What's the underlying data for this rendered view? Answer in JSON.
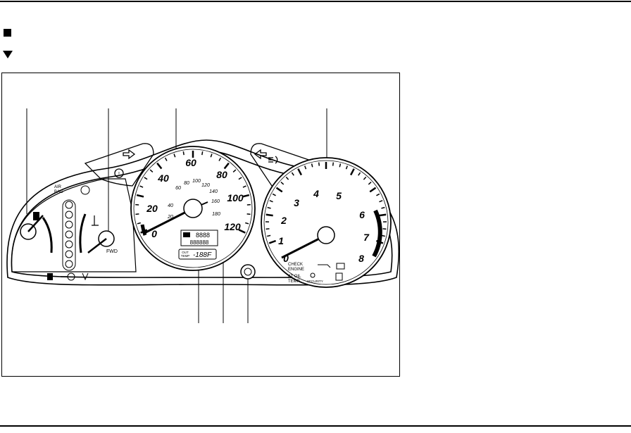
{
  "speedometer": {
    "outer_ticks": [
      "0",
      "20",
      "40",
      "60",
      "80",
      "100",
      "120"
    ],
    "inner_ticks": [
      "20",
      "40",
      "60",
      "80",
      "100",
      "120",
      "140",
      "160",
      "180"
    ],
    "odometer_top": "8888",
    "odometer_bottom": "888888",
    "outside_temp_label_1": "OUT",
    "outside_temp_label_2": "TEMP",
    "outside_temp_value": "-188F"
  },
  "tachometer": {
    "ticks": [
      "0",
      "1",
      "2",
      "3",
      "4",
      "5",
      "6",
      "7",
      "8"
    ],
    "check_engine_1": "CHECK",
    "check_engine_2": "ENGINE",
    "at_oil_1": "AT OIL",
    "at_oil_2": "TEMP",
    "security": "SECURITY"
  },
  "left_panel": {
    "airbag_1": "AIR",
    "airbag_2": "BAG",
    "fwd": "FWD"
  }
}
